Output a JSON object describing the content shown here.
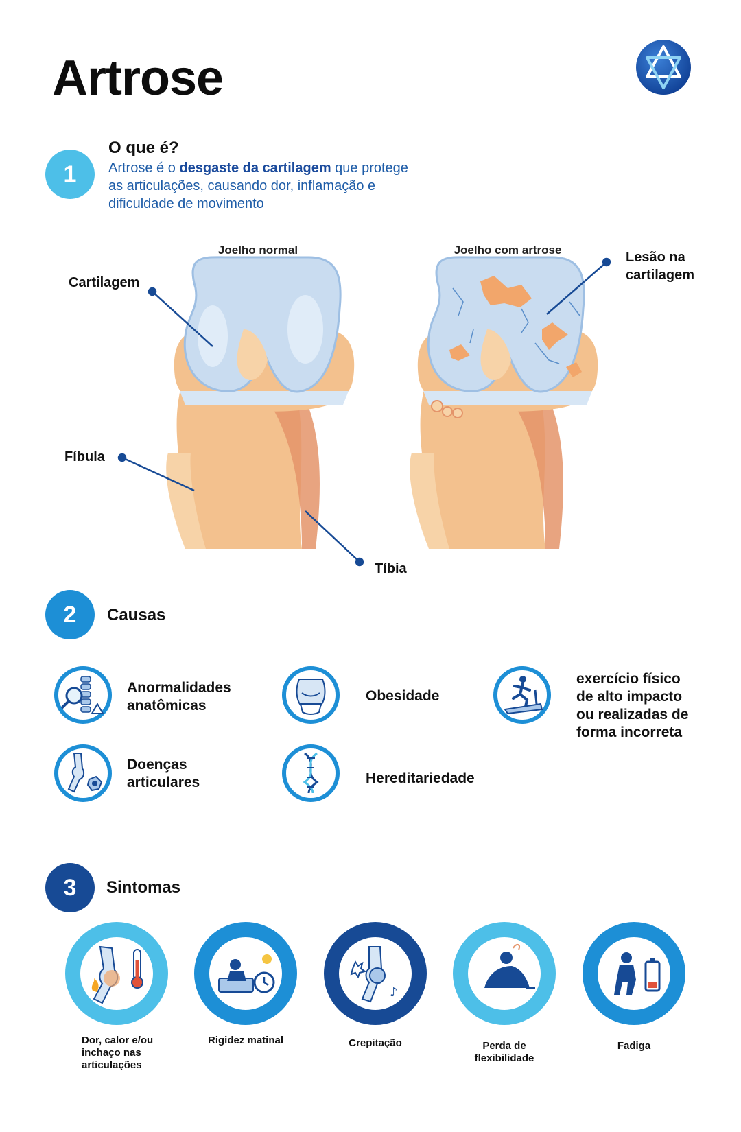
{
  "page": {
    "title": "Artrose"
  },
  "section1": {
    "number": "1",
    "heading": "O que é?",
    "desc_before": "Artrose é o ",
    "desc_bold": "desgaste da cartilagem",
    "desc_after": " que protege as articulações, causando dor, inflamação e dificuldade de movimento"
  },
  "knee": {
    "caption_normal": "Joelho normal",
    "caption_artrose": "Joelho com artrose",
    "label_cartilagem": "Cartilagem",
    "label_fibula": "Fíbula",
    "label_tibia": "Tíbia",
    "label_lesao_1": "Lesão na",
    "label_lesao_2": "cartilagem"
  },
  "section2": {
    "number": "2",
    "heading": "Causas",
    "causes": [
      {
        "line1": "Anormalidades",
        "line2": "anatômicas",
        "icon": "spine-magnifier-icon"
      },
      {
        "line1": "Obesidade",
        "line2": "",
        "icon": "belly-icon"
      },
      {
        "line1": "exercício físico",
        "line2": "de alto impacto",
        "line3": "ou realizadas de",
        "line4": "forma incorreta",
        "icon": "treadmill-runner-icon"
      },
      {
        "line1": "Doenças",
        "line2": "articulares",
        "icon": "joint-disease-icon"
      },
      {
        "line1": "Hereditariedade",
        "line2": "",
        "icon": "dna-icon"
      }
    ]
  },
  "section3": {
    "number": "3",
    "heading": "Sintomas",
    "symptoms": [
      {
        "line1": "Dor, calor e/ou",
        "line2": "inchaço nas",
        "line3": "articulações",
        "icon": "inflamed-knee-icon"
      },
      {
        "line1": "Rigidez matinal",
        "icon": "morning-bed-alarm-icon"
      },
      {
        "line1": "Crepitação",
        "icon": "crackling-knee-icon"
      },
      {
        "line1": "Perda de",
        "line2": "flexibilidade",
        "icon": "stretching-person-icon"
      },
      {
        "line1": "Fadiga",
        "icon": "tired-battery-icon"
      }
    ]
  },
  "colors": {
    "light_blue": "#4dbfe8",
    "mid_blue": "#1d8fd6",
    "dark_blue": "#174a95",
    "text_blue": "#1f5da8",
    "bone": "#f3c18e",
    "bone_dark": "#e4946a",
    "cartilage": "#c9dcf0",
    "lesion": "#f2a66b"
  }
}
